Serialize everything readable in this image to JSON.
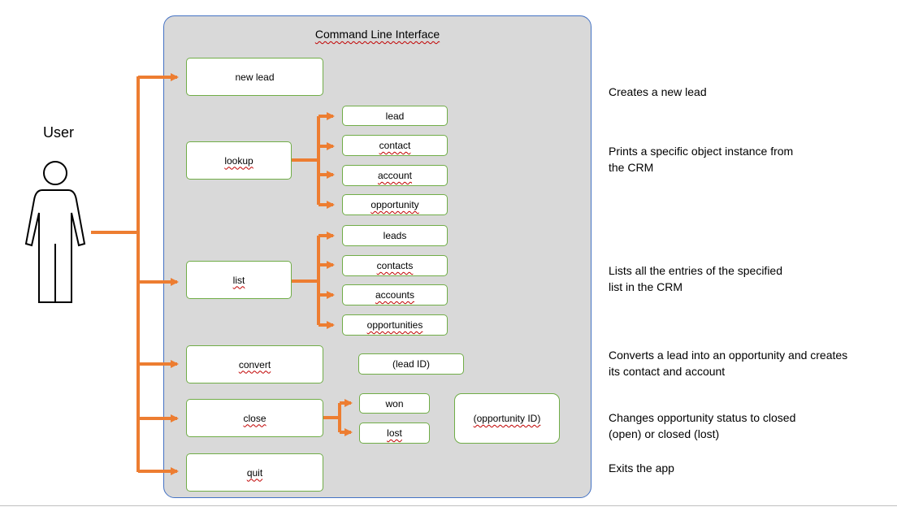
{
  "panel": {
    "title": "Command Line Interface"
  },
  "user": {
    "label": "User"
  },
  "commands": {
    "new_lead": "new lead",
    "lookup": "lookup",
    "list": "list",
    "convert": "convert",
    "close": "close",
    "quit": "quit"
  },
  "lookup_options": {
    "lead": "lead",
    "contact": "contact",
    "account": "account",
    "opportunity": "opportunity"
  },
  "list_options": {
    "leads": "leads",
    "contacts": "contacts",
    "accounts": "accounts",
    "opportunities": "opportunities"
  },
  "convert_param": "(lead ID)",
  "close_options": {
    "won": "won",
    "lost": "lost"
  },
  "close_param": "(opportunity ID)",
  "descriptions": {
    "new_lead": "Creates a new lead",
    "lookup": "Prints a specific object instance from\nthe CRM",
    "list": "Lists all the entries of the specified\nlist in the CRM",
    "convert": "Converts a lead into an opportunity and creates\nits contact and account",
    "close": "Changes opportunity status to closed\n(open) or closed (lost)",
    "quit": "Exits the app"
  },
  "colors": {
    "arrow": "#ed7d31",
    "box_border": "#70ad47",
    "panel_border": "#4472c4",
    "panel_fill": "#d9d9d9"
  }
}
